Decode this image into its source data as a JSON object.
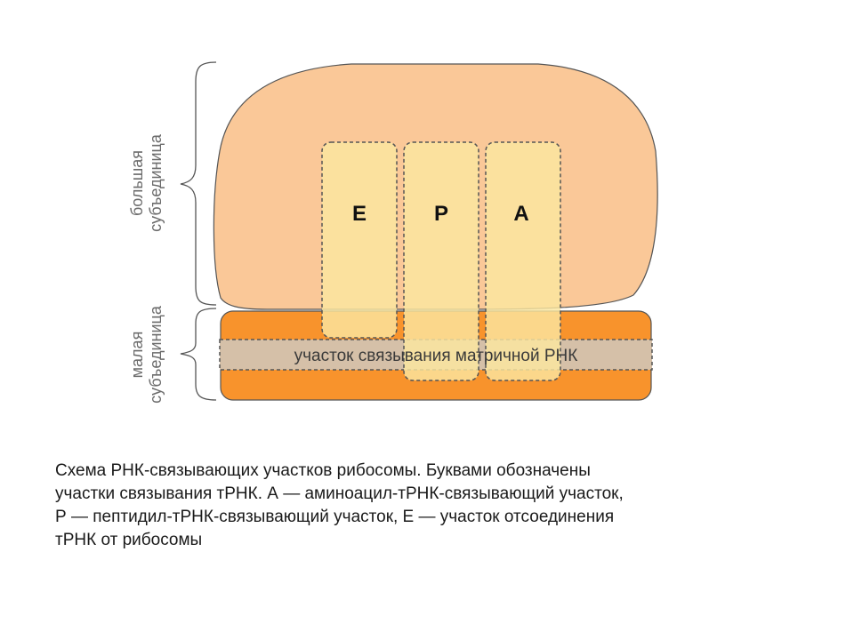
{
  "diagram": {
    "sites": [
      {
        "letter": "E"
      },
      {
        "letter": "P"
      },
      {
        "letter": "A"
      }
    ],
    "large_subunit_label": [
      "большая",
      "субъединица"
    ],
    "small_subunit_label": [
      "малая",
      "субъединица"
    ],
    "mrna_site_label": "участок связывания матричной РНК",
    "colors": {
      "large_subunit": "#fac898",
      "small_subunit": "#f8932c",
      "mrna_band": "#d5c0a8",
      "trna_site": "#fbe7a0",
      "outline": "#555555",
      "brace": "#555555"
    }
  },
  "caption": {
    "lines": [
      "Схема РНК-связывающих участков рибосомы. Буквами обозначены",
      "участки связывания тРНК. А — аминоацил-тРНК-связывающий участок,",
      "Р — пептидил-тРНК-связывающий участок, Е — участок отсоединения",
      "тРНК от рибосомы"
    ]
  }
}
